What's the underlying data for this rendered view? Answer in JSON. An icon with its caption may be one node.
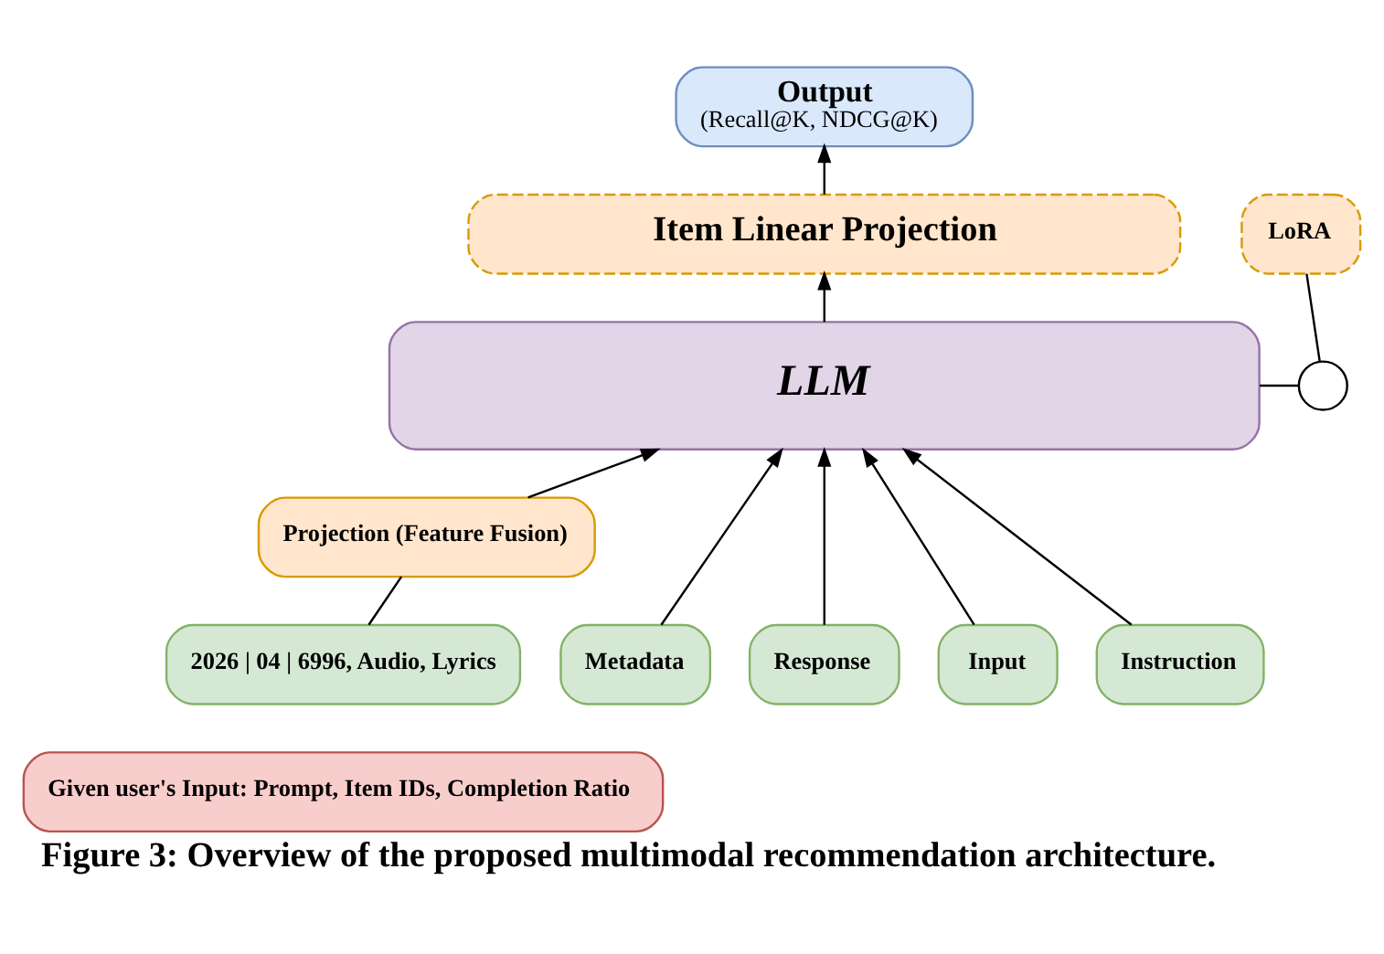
{
  "diagram": {
    "caption": "Figure 3: Overview of the proposed multimodal recommendation architecture.",
    "nodes": [
      {
        "text": [
          "Output",
          "(Recall@K, NDCG@K)"
        ]
      },
      {
        "text": [
          "Item Linear Projection"
        ]
      },
      {
        "text": [
          "LoRA"
        ]
      },
      {
        "text": [],
        "shape": "circle"
      },
      {
        "text": [
          "LLM"
        ]
      },
      {
        "text": [
          "Projection (Feature Fusion)"
        ]
      },
      {
        "text": [
          "Instruction"
        ]
      },
      {
        "text": [
          "Input"
        ]
      },
      {
        "text": [
          "2026 | 04 | 6996, Audio, Lyrics"
        ]
      },
      {
        "text": [
          "Metadata"
        ]
      },
      {
        "text": [
          "Response"
        ]
      },
      {
        "text": [
          "Given user's Input: Prompt, Item IDs, Completion Ratio"
        ]
      }
    ],
    "edges": [
      {
        "from": 1,
        "to": 0,
        "arrow": "to"
      },
      {
        "from": 4,
        "to": 1,
        "arrow": "to"
      },
      {
        "from": 2,
        "to": 3,
        "arrow": "none"
      },
      {
        "from": 3,
        "to": 4,
        "arrow": "none"
      },
      {
        "from": 6,
        "to": 4,
        "arrow": "to"
      },
      {
        "from": 7,
        "to": 4,
        "arrow": "to"
      },
      {
        "from": 8,
        "to": 5,
        "arrow": "none"
      },
      {
        "from": 5,
        "to": 4,
        "arrow": "to"
      },
      {
        "from": 9,
        "to": 4,
        "arrow": "to"
      },
      {
        "from": 10,
        "to": 4,
        "arrow": "to"
      }
    ]
  }
}
